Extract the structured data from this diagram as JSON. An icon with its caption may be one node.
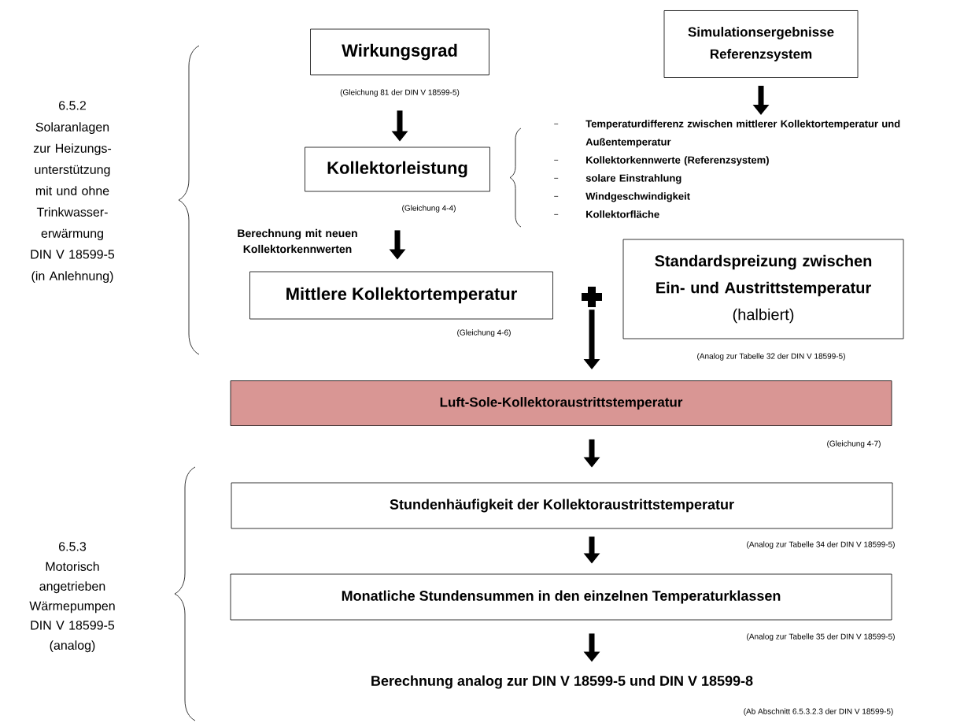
{
  "diagram": {
    "nodes": [
      {
        "text": [
          "Wirkungsgrad"
        ],
        "beside": [
          "(Gleichung 81 der DIN V 18599-5)"
        ]
      },
      {
        "text": [
          "Simulationsergebnisse Referenzsystem"
        ]
      },
      {
        "text": [
          "Kollektorleistung"
        ],
        "beside": [
          "(Gleichung 4-4)"
        ]
      },
      {
        "text": [
          "Temperaturdifferenz zwischen mittlerer Kollektortemperatur und Außentemperatur",
          "Kollektorkennwerte (Referenzsystem)",
          "solare Einstrahlung",
          "Windgeschwindigkeit",
          "Kollektorfläche"
        ]
      },
      {
        "text": [
          "Mittlere Kollektortemperatur"
        ],
        "beside": [
          "(Gleichung 4-6)"
        ]
      },
      {
        "text": [],
        "shape": "plus"
      },
      {
        "text": [
          "Standardspreizung zwischen Ein- und Austrittstemperatur",
          "(halbiert)"
        ],
        "beside": [
          "(Analog zur Tabelle 32 der DIN V 18599-5)"
        ]
      },
      {
        "text": [
          "Luft-Sole-Kollektoraustrittstemperatur"
        ],
        "beside": [
          "(Gleichung 4-7)"
        ]
      },
      {
        "text": [
          "Stundenhäufigkeit der Kollektoraustrittstemperatur"
        ],
        "beside": [
          "(Analog zur Tabelle 34 der DIN V 18599-5)"
        ]
      },
      {
        "text": [
          "Monatliche Stundensummen in den einzelnen Temperaturklassen"
        ],
        "beside": [
          "(Analog zur Tabelle 35 der DIN V 18599-5)"
        ]
      },
      {
        "text": [
          "Berechnung analog zur DIN V 18599-5 und DIN V 18599-8"
        ],
        "beside": [
          "(Ab Abschnitt 6.5.3.2.3 der DIN V 18599-5)"
        ]
      }
    ],
    "edges": [
      {
        "from": 0,
        "to": 2,
        "arrow": "to"
      },
      {
        "from": 1,
        "to": 3,
        "arrow": "to"
      },
      {
        "from": 2,
        "to": 4,
        "arrow": "to",
        "label": "Berechnung mit neuen Kollektorkennwerten"
      },
      {
        "from": 5,
        "to": 7,
        "arrow": "to"
      },
      {
        "from": 7,
        "to": 8,
        "arrow": "to"
      },
      {
        "from": 8,
        "to": 9,
        "arrow": "to"
      },
      {
        "from": 9,
        "to": 10,
        "arrow": "to"
      }
    ],
    "labels": [
      "6.5.2",
      "Solaranlagen zur Heizungs- unterstützung mit und ohne Trinkwasser- erwärmung",
      "DIN V 18599-5",
      "(in Anlehnung)",
      "6.5.3",
      "Motorisch angetrieben Wärmepumpen",
      "DIN V 18599-5",
      "(analog)"
    ]
  }
}
